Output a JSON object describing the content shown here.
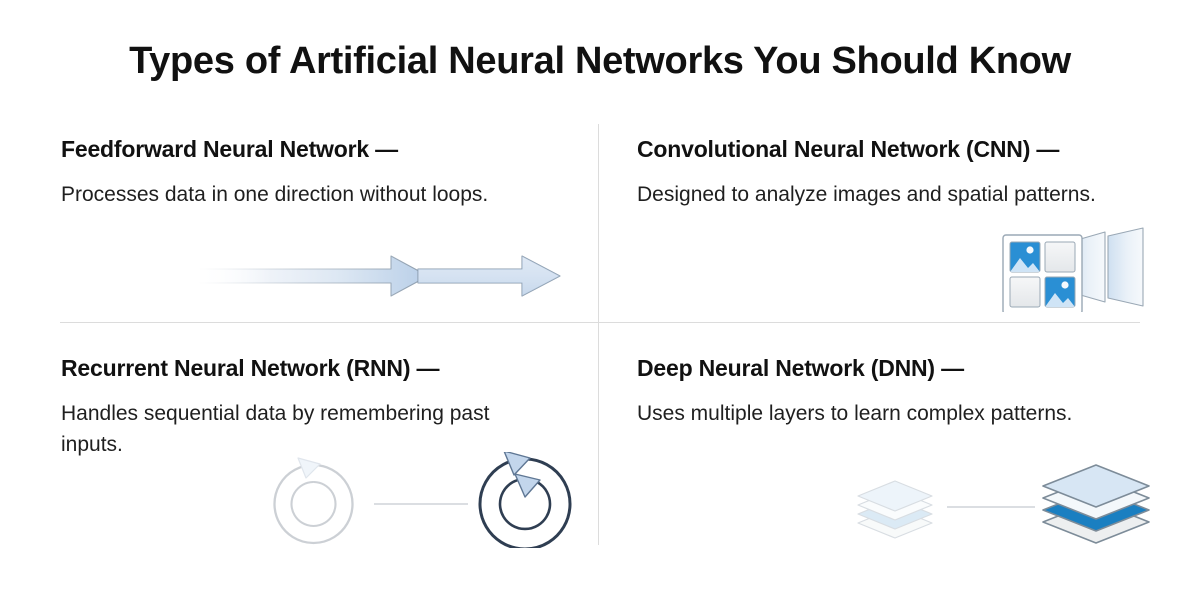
{
  "page": {
    "title": "Types of Artificial Neural Networks You Should Know",
    "background_color": "#ffffff",
    "divider_color": "#dcdcdc",
    "accent_color": "#2a8fd4",
    "heading_color": "#111111",
    "body_color": "#1f1f1f"
  },
  "quadrants": [
    {
      "id": "feedforward",
      "heading": "Feedforward Neural Network —",
      "body": "Processes data in one direction without loops.",
      "illustration": {
        "name": "forward-arrows-illustration",
        "description": "Two chained right-pointing arrows with a left-to-right fade gradient",
        "arrow_count": 2,
        "fill_light": "#f4f7fb",
        "fill_strong": "#bed2e8",
        "stroke": "#9aa8b5"
      }
    },
    {
      "id": "cnn",
      "heading": "Convolutional Neural Network (CNN) —",
      "body": "Designed to analyze images and spatial patterns.",
      "illustration": {
        "name": "cnn-feature-map-illustration",
        "description": "A 2x2 image grid feeding into two tapered convolution layer planes",
        "grid_tiles": [
          "photo",
          "blank",
          "blank",
          "photo"
        ],
        "plane_count": 2,
        "photo_color": "#2a8fd4",
        "blank_color": "#eceef0",
        "plane_color": "#dbe7f3",
        "stroke": "#9aa8b5"
      }
    },
    {
      "id": "rnn",
      "heading": "Recurrent Neural Network (RNN) —",
      "body": "Handles sequential data by remembering past inputs.",
      "illustration": {
        "name": "recurrent-loop-illustration",
        "description": "Two concentric circular loop-arrow icons joined by a line; left one faded, right one bold",
        "icon_count": 2,
        "faded_opacity": 0.22,
        "ring_color": "#2f3e52",
        "arrowhead_color": "#c3d6ec",
        "connector_color": "#cfd4d9"
      }
    },
    {
      "id": "dnn",
      "heading": "Deep Neural Network (DNN) —",
      "body": "Uses multiple layers to learn complex patterns.",
      "illustration": {
        "name": "layer-stack-illustration",
        "description": "Two stacks of four isometric layer plates joined by a line; left stack faded and small, right stack large with one saturated blue layer",
        "stack_count": 2,
        "layers_per_stack": 4,
        "layer_colors": [
          "#d7e6f4",
          "#f2f6fa",
          "#1a7fc1",
          "#eef0f1"
        ],
        "faded_opacity": 0.4,
        "stroke": "#9aa8b5",
        "connector_color": "#cfd4d9"
      }
    }
  ]
}
